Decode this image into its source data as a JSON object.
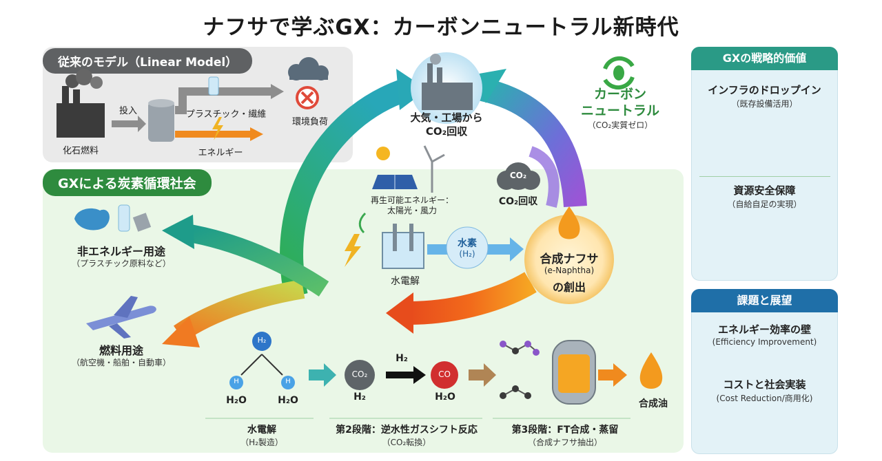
{
  "title": "ナフサで学ぶGX：カーボンニュートラル新時代",
  "linear": {
    "header": "従来のモデル（Linear Model）",
    "fossil": "化石燃料",
    "input": "投入",
    "plastic": "プラスチック・繊維",
    "energy": "エネルギー",
    "burden": "環境負荷"
  },
  "circular": {
    "header": "GXによる炭素循環社会",
    "capture_line1": "大気・工場から",
    "capture_line2": "CO₂回収",
    "carbon_neutral_line1": "カーボン",
    "carbon_neutral_line2": "ニュートラル",
    "carbon_neutral_sub": "（CO₂実質ゼロ）",
    "renewable_line1": "再生可能エネルギー：",
    "renewable_line2": "太陽光・風力",
    "electrolysis": "水電解",
    "hydrogen_line1": "水素",
    "hydrogen_line2": "(H₂)",
    "co2_bubble": "CO₂",
    "co2_recovery": "CO₂回収",
    "naphtha_line1": "合成ナフサ",
    "naphtha_line2": "(e-Naphtha)",
    "naphtha_line3": "の創出",
    "non_energy": "非エネルギー用途",
    "non_energy_sub": "（プラスチック原料など）",
    "fuel": "燃料用途",
    "fuel_sub": "（航空機・船舶・自動車）"
  },
  "process": {
    "h2_top": "H₂",
    "h_left": "H",
    "h_right": "H",
    "h2o_left": "H₂O",
    "h2o_right": "H₂O",
    "co2": "CO₂",
    "co": "CO",
    "h2_arrow": "H₂",
    "h2_below": "H₂",
    "h2o_out": "H₂O",
    "synthetic_oil": "合成油",
    "stage1": "水電解",
    "stage1_sub": "（H₂製造）",
    "stage2": "第2段階：逆水性ガスシフト反応",
    "stage2_sub": "（CO₂転換）",
    "stage3": "第3段階：FT合成・蒸留",
    "stage3_sub": "（合成ナフサ抽出）"
  },
  "strategic": {
    "header": "GXの戦略的価値",
    "item1": "インフラのドロップイン",
    "item1_sub": "（既存設備活用）",
    "item2": "資源安全保障",
    "item2_sub": "（自給自足の実現）"
  },
  "challenges": {
    "header": "課題と展望",
    "item1": "エネルギー効率の壁",
    "item1_sub": "(Efficiency Improvement)",
    "item2": "コストと社会実装",
    "item2_sub": "(Cost Reduction/商用化)"
  },
  "colors": {
    "green": "#2e8b3e",
    "gray": "#5f6163",
    "blue_header": "#1f6fa8",
    "teal": "#2aa58a",
    "orange": "#f08a1e"
  }
}
